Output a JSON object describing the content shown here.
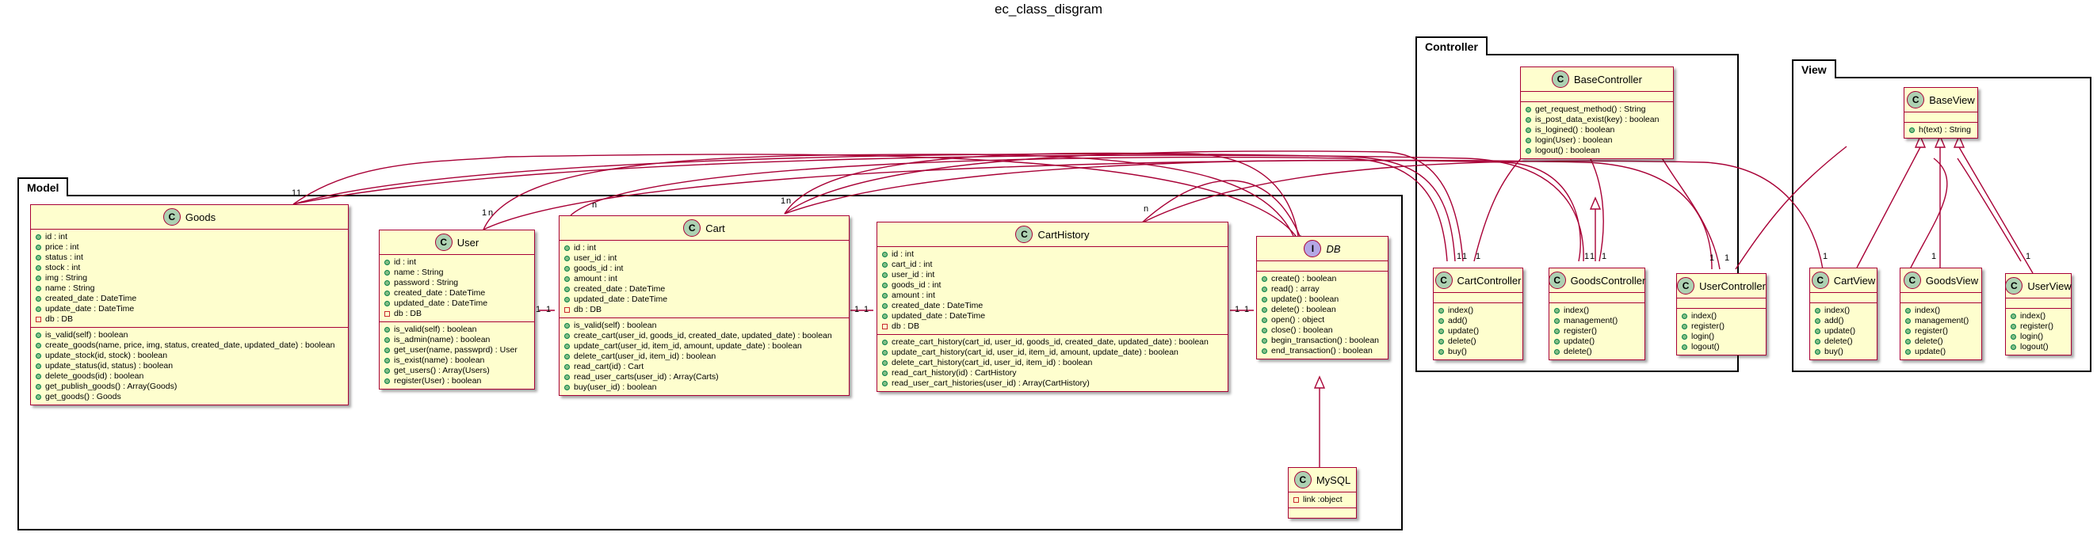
{
  "diagram": {
    "title": "ec_class_disgram",
    "packages": {
      "model": "Model",
      "controller": "Controller",
      "view": "View"
    },
    "classes": {
      "goods": {
        "name": "Goods",
        "badge": "C",
        "fields": [
          {
            "vis": "pub",
            "text": "id : int"
          },
          {
            "vis": "pub",
            "text": "price : int"
          },
          {
            "vis": "pub",
            "text": "status : int"
          },
          {
            "vis": "pub",
            "text": "stock : int"
          },
          {
            "vis": "pub",
            "text": "img : String"
          },
          {
            "vis": "pub",
            "text": "name : String"
          },
          {
            "vis": "pub",
            "text": "created_date : DateTime"
          },
          {
            "vis": "pub",
            "text": "update_date : DateTime"
          },
          {
            "vis": "priv",
            "text": "db : DB"
          }
        ],
        "methods": [
          {
            "vis": "pubm",
            "text": "is_valid(self) : boolean"
          },
          {
            "vis": "pubm",
            "text": "create_goods(name, price, img, status, created_date, updated_date) : boolean"
          },
          {
            "vis": "pubm",
            "text": "update_stock(id, stock) : boolean"
          },
          {
            "vis": "pubm",
            "text": "update_status(id, status) : boolean"
          },
          {
            "vis": "pubm",
            "text": "delete_goods(id) : boolean"
          },
          {
            "vis": "pubm",
            "text": "get_publish_goods() : Array(Goods)"
          },
          {
            "vis": "pubm",
            "text": "get_goods() : Goods"
          }
        ]
      },
      "user": {
        "name": "User",
        "badge": "C",
        "fields": [
          {
            "vis": "pub",
            "text": "id : int"
          },
          {
            "vis": "pub",
            "text": "name : String"
          },
          {
            "vis": "pub",
            "text": "password : String"
          },
          {
            "vis": "pub",
            "text": "created_date : DateTime"
          },
          {
            "vis": "pub",
            "text": "updated_date : DateTime"
          },
          {
            "vis": "priv",
            "text": "db : DB"
          }
        ],
        "methods": [
          {
            "vis": "pubm",
            "text": "is_valid(self) : boolean"
          },
          {
            "vis": "pubm",
            "text": "is_admin(name) : boolean"
          },
          {
            "vis": "pubm",
            "text": "get_user(name, passwprd) : User"
          },
          {
            "vis": "pubm",
            "text": "is_exist(name) : boolean"
          },
          {
            "vis": "pubm",
            "text": "get_users() : Array(Users)"
          },
          {
            "vis": "pubm",
            "text": "register(User) : boolean"
          }
        ]
      },
      "cart": {
        "name": "Cart",
        "badge": "C",
        "fields": [
          {
            "vis": "pub",
            "text": "id : int"
          },
          {
            "vis": "pub",
            "text": "user_id : int"
          },
          {
            "vis": "pub",
            "text": "goods_id : int"
          },
          {
            "vis": "pub",
            "text": "amount : int"
          },
          {
            "vis": "pub",
            "text": "created_date : DateTime"
          },
          {
            "vis": "pub",
            "text": "updated_date : DateTime"
          },
          {
            "vis": "priv",
            "text": "db : DB"
          }
        ],
        "methods": [
          {
            "vis": "pubm",
            "text": "is_valid(self) : boolean"
          },
          {
            "vis": "pubm",
            "text": "create_cart(user_id, goods_id, created_date, updated_date) : boolean"
          },
          {
            "vis": "pubm",
            "text": "update_cart(user_id, item_id, amount, update_date) : boolean"
          },
          {
            "vis": "pubm",
            "text": "delete_cart(user_id, item_id) : boolean"
          },
          {
            "vis": "pubm",
            "text": "read_cart(id) : Cart"
          },
          {
            "vis": "pubm",
            "text": "read_user_carts(user_id) : Array(Carts)"
          },
          {
            "vis": "pubm",
            "text": "buy(user_id) : boolean"
          }
        ]
      },
      "carthistory": {
        "name": "CartHistory",
        "badge": "C",
        "fields": [
          {
            "vis": "pub",
            "text": "id : int"
          },
          {
            "vis": "pub",
            "text": "cart_id : int"
          },
          {
            "vis": "pub",
            "text": "user_id : int"
          },
          {
            "vis": "pub",
            "text": "goods_id : int"
          },
          {
            "vis": "pub",
            "text": "amount : int"
          },
          {
            "vis": "pub",
            "text": "created_date : DateTime"
          },
          {
            "vis": "pub",
            "text": "updated_date : DateTime"
          },
          {
            "vis": "priv",
            "text": "db : DB"
          }
        ],
        "methods": [
          {
            "vis": "pubm",
            "text": "create_cart_history(cart_id, user_id, goods_id, created_date, updated_date) : boolean"
          },
          {
            "vis": "pubm",
            "text": "update_cart_history(cart_id, user_id, item_id, amount, update_date) : boolean"
          },
          {
            "vis": "pubm",
            "text": "delete_cart_history(cart_id, user_id, item_id) : boolean"
          },
          {
            "vis": "pubm",
            "text": "read_cart_history(id) : CartHistory"
          },
          {
            "vis": "pubm",
            "text": "read_user_cart_histories(user_id) : Array(CartHistory)"
          }
        ]
      },
      "db": {
        "name": "DB",
        "badge": "I",
        "fields": [],
        "methods": [
          {
            "vis": "pubm",
            "text": "create() : boolean"
          },
          {
            "vis": "pubm",
            "text": "read() : array"
          },
          {
            "vis": "pubm",
            "text": "update() : boolean"
          },
          {
            "vis": "pubm",
            "text": "delete() : boolean"
          },
          {
            "vis": "pubm",
            "text": "open() : object"
          },
          {
            "vis": "pubm",
            "text": "close() : boolean"
          },
          {
            "vis": "pubm",
            "text": "begin_transaction() : boolean"
          },
          {
            "vis": "pubm",
            "text": "end_transaction() : boolean"
          }
        ]
      },
      "mysql": {
        "name": "MySQL",
        "badge": "C",
        "fields": [
          {
            "vis": "priv",
            "text": "link :object"
          }
        ],
        "methods": []
      },
      "basecontroller": {
        "name": "BaseController",
        "badge": "C",
        "fields": [],
        "methods": [
          {
            "vis": "pubm",
            "text": "get_request_method() : String"
          },
          {
            "vis": "pubm",
            "text": "is_post_data_exist(key) : boolean"
          },
          {
            "vis": "pubm",
            "text": "is_logined() : boolean"
          },
          {
            "vis": "pubm",
            "text": "login(User) : boolean"
          },
          {
            "vis": "pubm",
            "text": "logout() : boolean"
          }
        ]
      },
      "cartcontroller": {
        "name": "CartController",
        "badge": "C",
        "fields": [],
        "methods": [
          {
            "vis": "pubm",
            "text": "index()"
          },
          {
            "vis": "pubm",
            "text": "add()"
          },
          {
            "vis": "pubm",
            "text": "update()"
          },
          {
            "vis": "pubm",
            "text": "delete()"
          },
          {
            "vis": "pubm",
            "text": "buy()"
          }
        ]
      },
      "goodscontroller": {
        "name": "GoodsController",
        "badge": "C",
        "fields": [],
        "methods": [
          {
            "vis": "pubm",
            "text": "index()"
          },
          {
            "vis": "pubm",
            "text": "management()"
          },
          {
            "vis": "pubm",
            "text": "register()"
          },
          {
            "vis": "pubm",
            "text": "update()"
          },
          {
            "vis": "pubm",
            "text": "delete()"
          }
        ]
      },
      "usercontroller": {
        "name": "UserController",
        "badge": "C",
        "fields": [],
        "methods": [
          {
            "vis": "pubm",
            "text": "index()"
          },
          {
            "vis": "pubm",
            "text": "register()"
          },
          {
            "vis": "pubm",
            "text": "login()"
          },
          {
            "vis": "pubm",
            "text": "logout()"
          }
        ]
      },
      "baseview": {
        "name": "BaseView",
        "badge": "C",
        "fields": [],
        "methods": [
          {
            "vis": "pubm",
            "text": "h(text) : String"
          }
        ]
      },
      "cartview": {
        "name": "CartView",
        "badge": "C",
        "fields": [],
        "methods": [
          {
            "vis": "pubm",
            "text": "index()"
          },
          {
            "vis": "pubm",
            "text": "add()"
          },
          {
            "vis": "pubm",
            "text": "update()"
          },
          {
            "vis": "pubm",
            "text": "delete()"
          },
          {
            "vis": "pubm",
            "text": "buy()"
          }
        ]
      },
      "goodsview": {
        "name": "GoodsView",
        "badge": "C",
        "fields": [],
        "methods": [
          {
            "vis": "pubm",
            "text": "index()"
          },
          {
            "vis": "pubm",
            "text": "management()"
          },
          {
            "vis": "pubm",
            "text": "register()"
          },
          {
            "vis": "pubm",
            "text": "delete()"
          },
          {
            "vis": "pubm",
            "text": "update()"
          }
        ]
      },
      "userview": {
        "name": "UserView",
        "badge": "C",
        "fields": [],
        "methods": [
          {
            "vis": "pubm",
            "text": "index()"
          },
          {
            "vis": "pubm",
            "text": "register()"
          },
          {
            "vis": "pubm",
            "text": "login()"
          },
          {
            "vis": "pubm",
            "text": "logout()"
          }
        ]
      }
    },
    "multiplicities": [
      "1",
      "1",
      "1",
      "n",
      "n",
      "1",
      "n",
      "1",
      "1",
      "1",
      "1",
      "n",
      "1",
      "1",
      "1",
      "1",
      "1",
      "1",
      "1",
      "1",
      "1",
      "1",
      "1",
      "1",
      "1",
      "1",
      "1"
    ],
    "colors": {
      "class_fill": "#fefece",
      "class_border": "#a80036",
      "class_badge": "#add1b2",
      "interface_badge": "#b4a7e5",
      "link": "#a80036"
    }
  }
}
